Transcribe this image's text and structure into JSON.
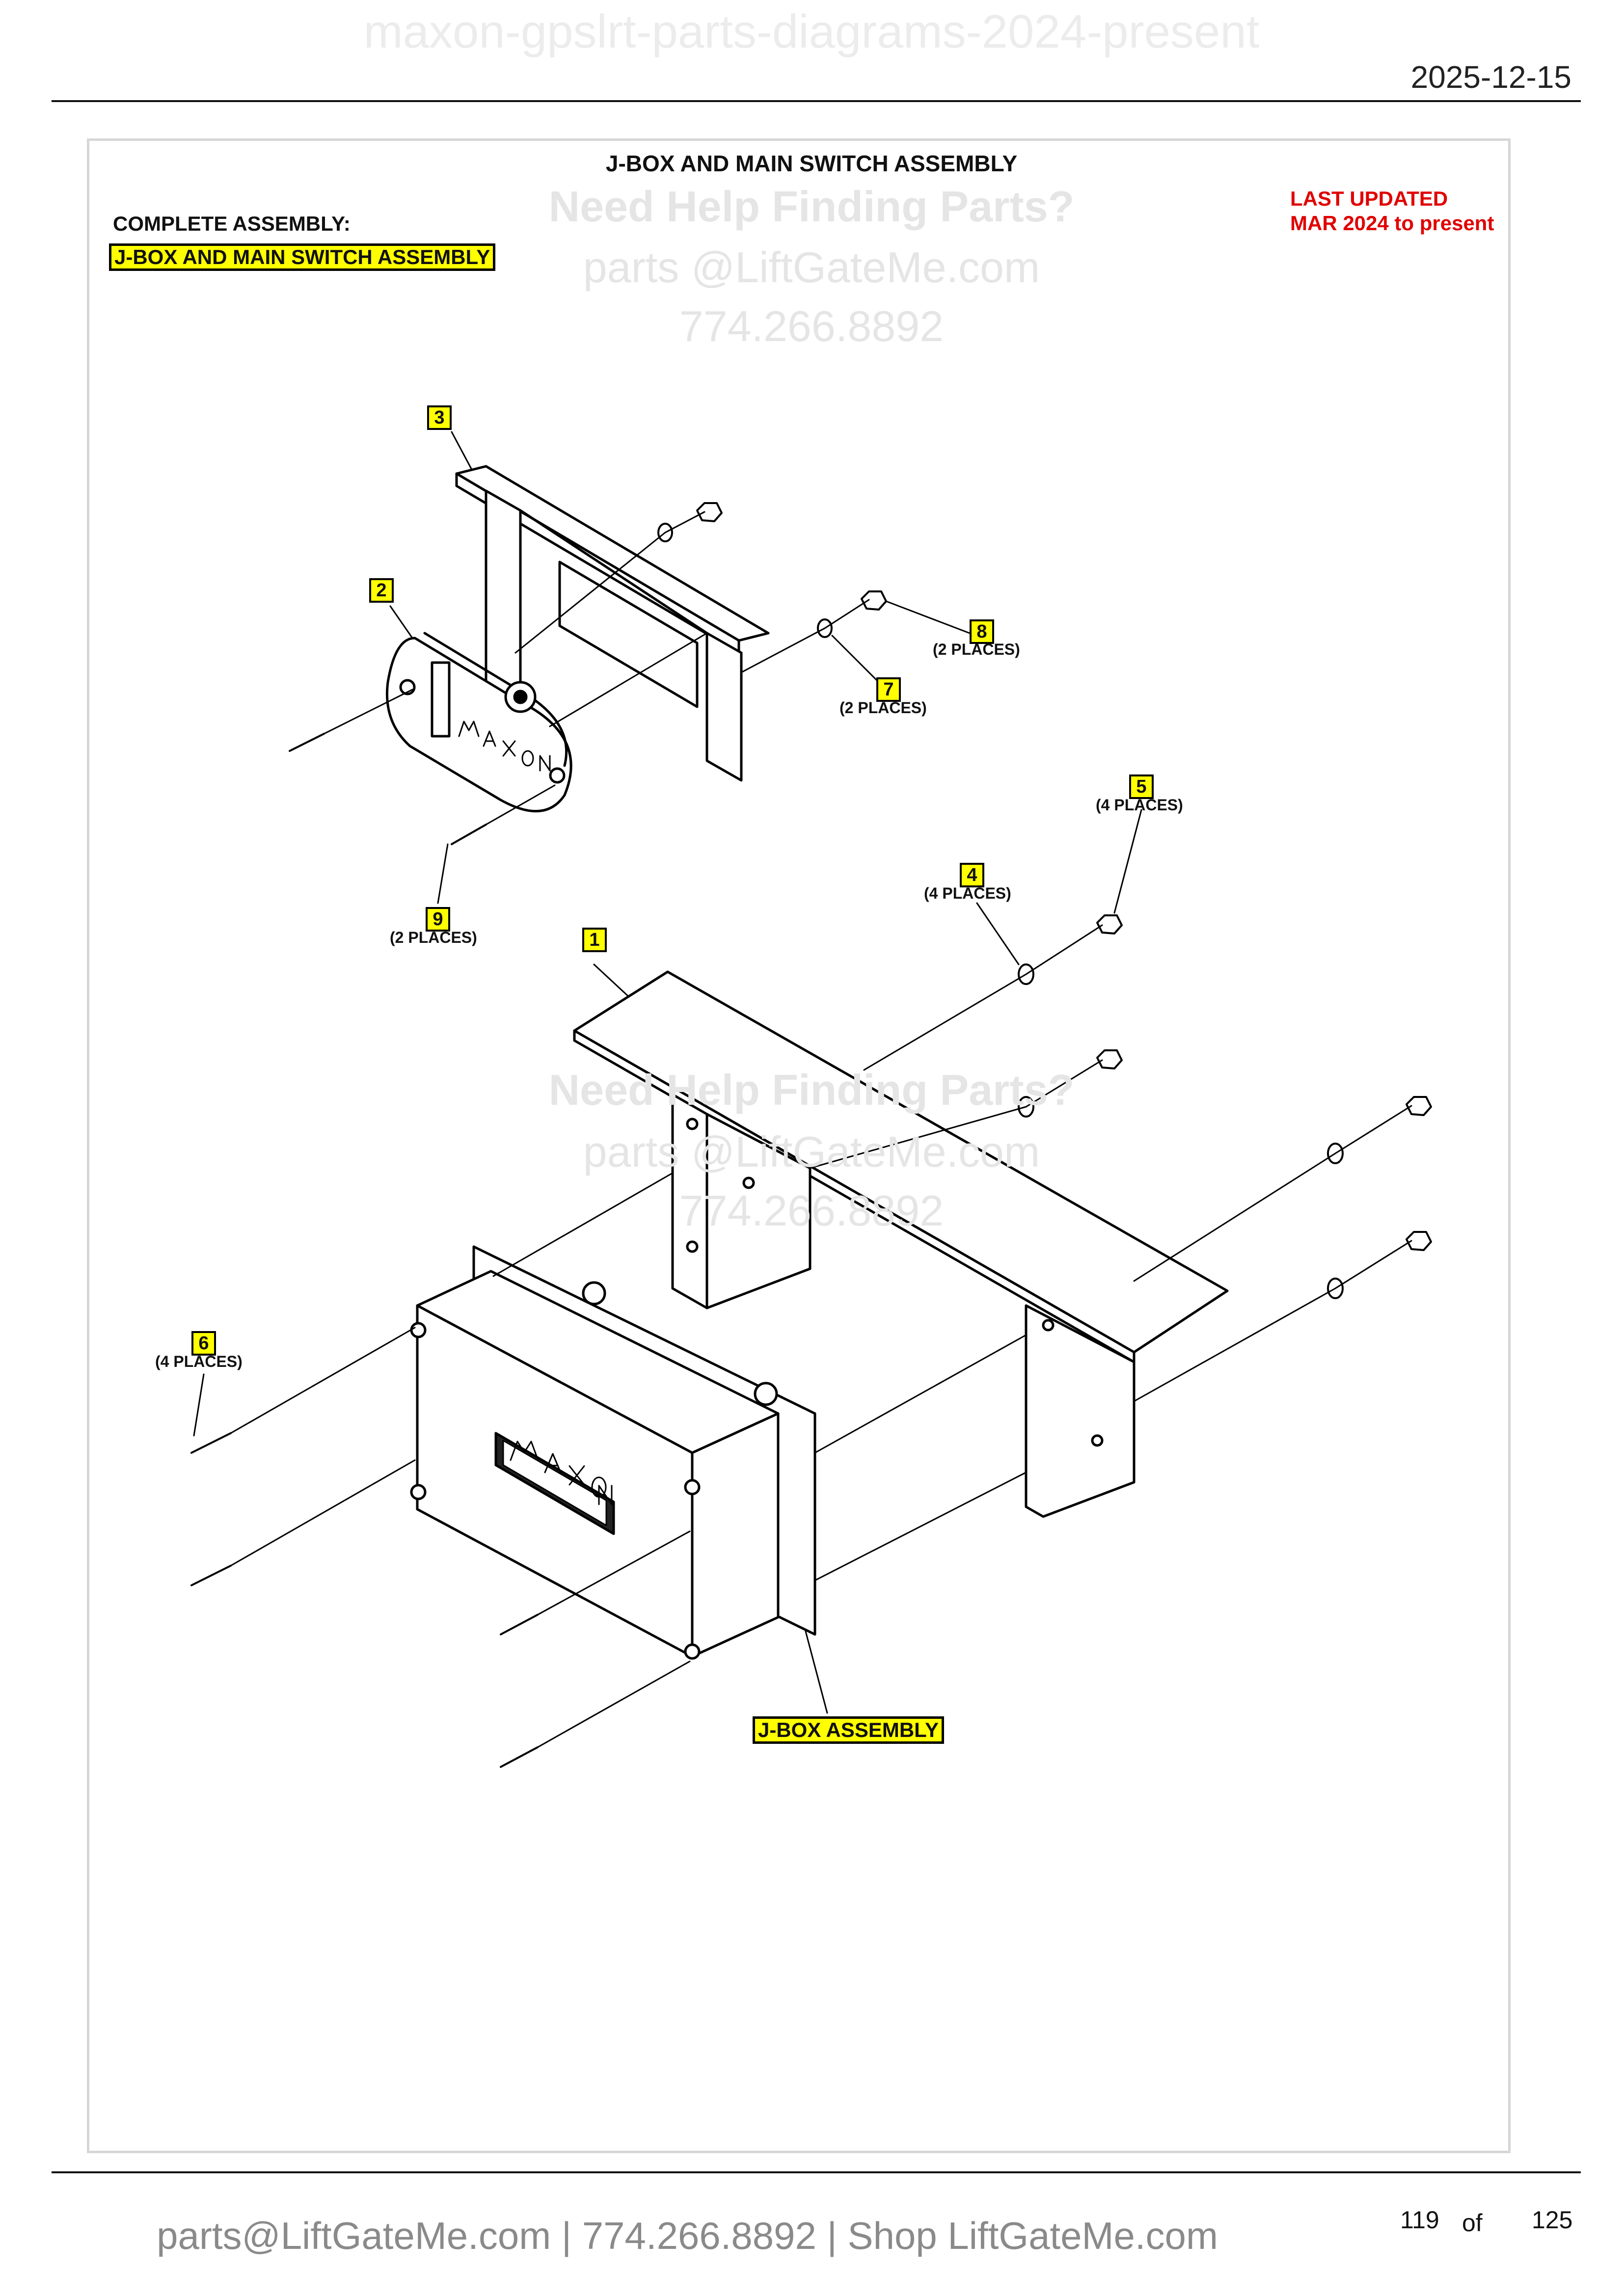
{
  "document_watermark": "maxon-gpslrt-parts-diagrams-2024-present",
  "print_date": "2025-12-15",
  "diagram": {
    "title": "J-BOX AND MAIN SWITCH ASSEMBLY",
    "complete_assembly_label": "COMPLETE ASSEMBLY:",
    "complete_assembly_name": "J-BOX AND MAIN SWITCH ASSEMBLY",
    "last_updated_line1": "LAST UPDATED",
    "last_updated_line2": "MAR 2024 to present",
    "jbox_assembly_label": "J-BOX ASSEMBLY",
    "brand_mark": "MAXON",
    "callouts": [
      {
        "id": "1",
        "places": ""
      },
      {
        "id": "2",
        "places": ""
      },
      {
        "id": "3",
        "places": ""
      },
      {
        "id": "4",
        "places": "(4 PLACES)"
      },
      {
        "id": "5",
        "places": "(4 PLACES)"
      },
      {
        "id": "6",
        "places": "(4 PLACES)"
      },
      {
        "id": "7",
        "places": "(2 PLACES)"
      },
      {
        "id": "8",
        "places": "(2 PLACES)"
      },
      {
        "id": "9",
        "places": "(2 PLACES)"
      }
    ]
  },
  "watermark": {
    "line1": "Need Help Finding Parts?",
    "line2": "parts @LiftGateMe.com",
    "line3": "774.266.8892"
  },
  "footer": {
    "contact": "parts@LiftGateMe.com | 774.266.8892 | Shop LiftGateMe.com",
    "page_current": "119",
    "page_of": "of",
    "page_total": "125"
  }
}
